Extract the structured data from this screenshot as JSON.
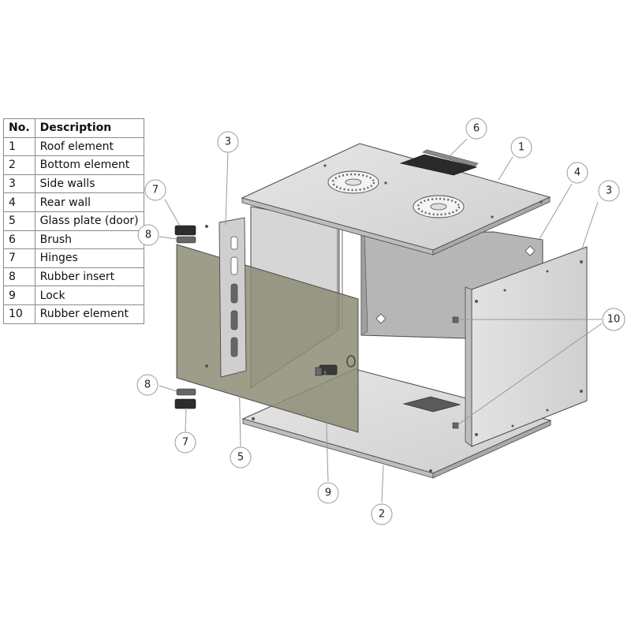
{
  "table": {
    "header": {
      "no": "No.",
      "description": "Description"
    },
    "rows": [
      {
        "no": "1",
        "description": "Roof element"
      },
      {
        "no": "2",
        "description": "Bottom element"
      },
      {
        "no": "3",
        "description": "Side walls"
      },
      {
        "no": "4",
        "description": "Rear wall"
      },
      {
        "no": "5",
        "description": "Glass plate (door)"
      },
      {
        "no": "6",
        "description": "Brush"
      },
      {
        "no": "7",
        "description": "Hinges"
      },
      {
        "no": "8",
        "description": "Rubber insert"
      },
      {
        "no": "9",
        "description": "Lock"
      },
      {
        "no": "10",
        "description": "Rubber element"
      }
    ]
  },
  "callouts": {
    "c1": "1",
    "c2": "2",
    "c3a": "3",
    "c3b": "3",
    "c4": "4",
    "c5": "5",
    "c6": "6",
    "c7a": "7",
    "c7b": "7",
    "c8a": "8",
    "c8b": "8",
    "c9": "9",
    "c10": "10"
  },
  "colors": {
    "sheet_metal": "#d9d9d9",
    "sheet_dark": "#bdbdbd",
    "rear_wall": "#b3b3b3",
    "glass": "#8e8e78",
    "outline": "#4a4a4a",
    "leader": "#9a9a9a"
  }
}
